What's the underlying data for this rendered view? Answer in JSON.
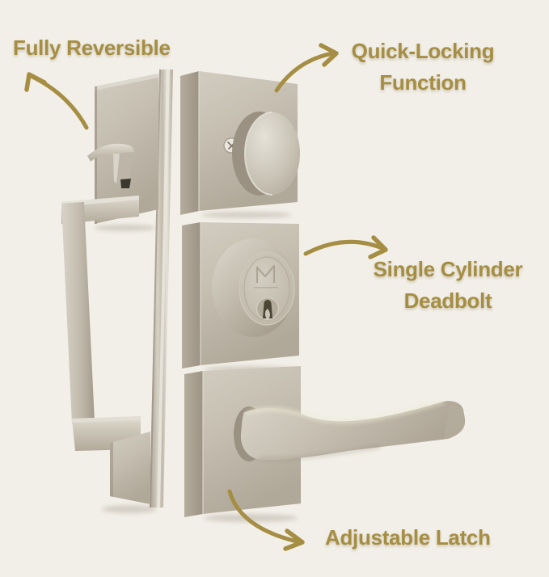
{
  "colors": {
    "background": "#f2efe8",
    "accent_gold": "#a58e44",
    "metal_light": "#ddd8cd",
    "metal_mid": "#c6bfb2",
    "metal_dark": "#a49b8c"
  },
  "annotations": {
    "fully_reversible": {
      "label": "Fully Reversible"
    },
    "quick_locking": {
      "line1": "Quick-Locking",
      "line2": "Function"
    },
    "single_cylinder": {
      "line1": "Single Cylinder",
      "line2": "Deadbolt"
    },
    "adjustable_latch": {
      "label": "Adjustable Latch"
    }
  },
  "product": {
    "depicted": "satin nickel door handleset kit",
    "parts": {
      "handleset": "exterior grip handleset with thumb latch",
      "deadbolt_interior": "square plate with oval thumbturn and screw",
      "deadbolt_exterior": "square plate with round keyed cylinder",
      "lever": "square rosette with straight modern lever"
    },
    "cylinder_logo": "M"
  }
}
